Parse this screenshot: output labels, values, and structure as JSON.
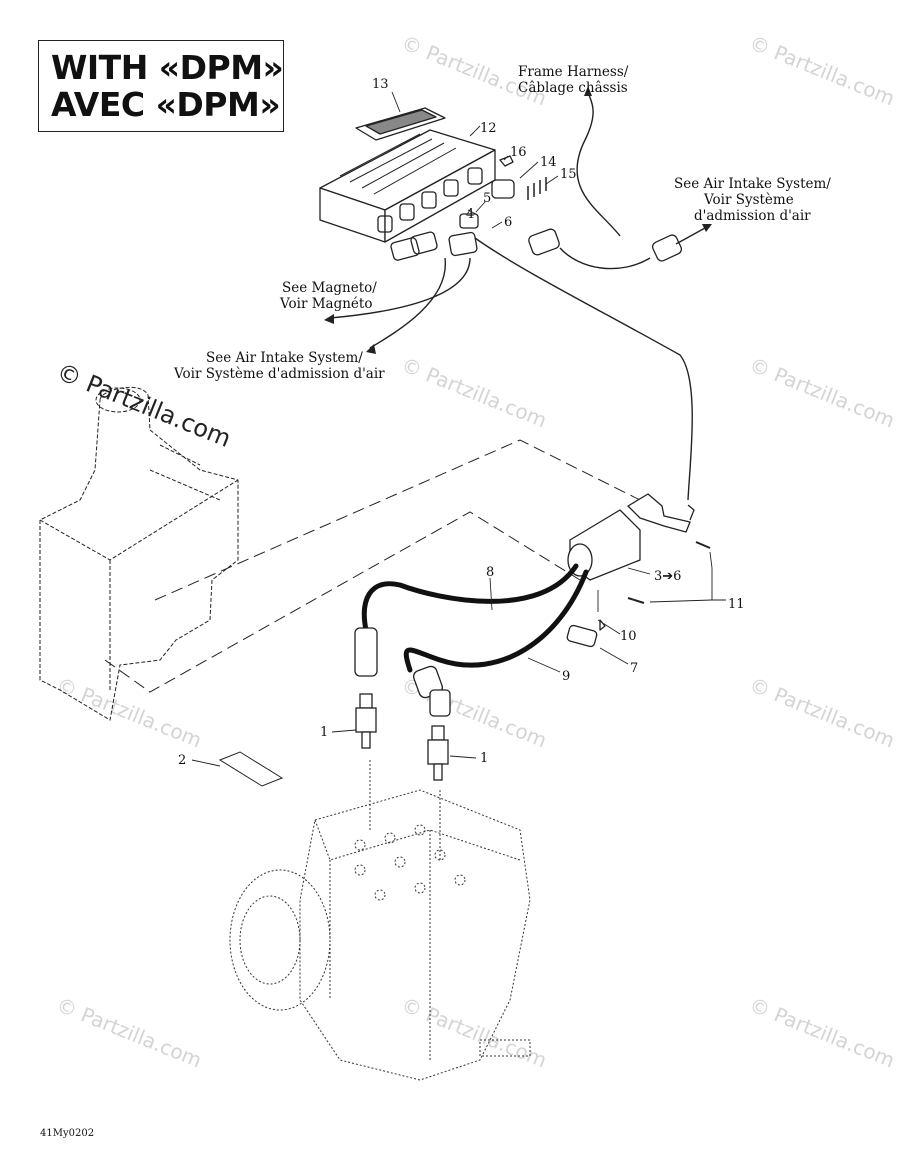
{
  "title": {
    "line1": "WITH «DPM»",
    "line2": "AVEC «DPM»"
  },
  "notes": {
    "frame_harness_1": "Frame Harness/",
    "frame_harness_2": "Câblage châssis",
    "air_intake_right_1": "See Air Intake System/",
    "air_intake_right_2": "Voir Système",
    "air_intake_right_3": "d'admission d'air",
    "magneto_1": "See Magneto/",
    "magneto_2": "Voir Magnéto",
    "air_intake_left_1": "See Air Intake System/",
    "air_intake_left_2": "Voir Système d'admission d'air"
  },
  "callouts": {
    "c1a": "1",
    "c1b": "1",
    "c2": "2",
    "c3": "3➔6",
    "c4": "4",
    "c5": "5",
    "c6": "6",
    "c7": "7",
    "c8": "8",
    "c9": "9",
    "c10": "10",
    "c11": "11",
    "c12": "12",
    "c13": "13",
    "c14": "14",
    "c15": "15",
    "c16": "16"
  },
  "watermarks": {
    "text": "© Partzilla.com",
    "prominent": "© Partzilla.com"
  },
  "diagram_code": "41My0202",
  "colors": {
    "line": "#222222",
    "watermark": "#d4d4d4"
  }
}
